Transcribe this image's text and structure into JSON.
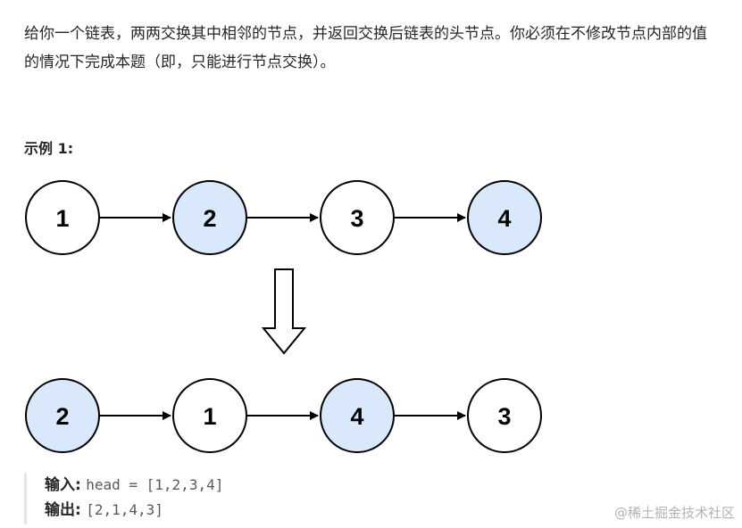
{
  "problem": {
    "description": "给你一个链表，两两交换其中相邻的节点，并返回交换后链表的头节点。你必须在不修改节点内部的值的情况下完成本题（即，只能进行节点交换）。"
  },
  "example": {
    "heading": "示例 1:",
    "before_list": [
      {
        "label": "1",
        "highlighted": false
      },
      {
        "label": "2",
        "highlighted": true
      },
      {
        "label": "3",
        "highlighted": false
      },
      {
        "label": "4",
        "highlighted": true
      }
    ],
    "after_list": [
      {
        "label": "2",
        "highlighted": true
      },
      {
        "label": "1",
        "highlighted": false
      },
      {
        "label": "4",
        "highlighted": true
      },
      {
        "label": "3",
        "highlighted": false
      }
    ],
    "input_label": "输入:",
    "input_value": "head = [1,2,3,4]",
    "output_label": "输出:",
    "output_value": "[2,1,4,3]"
  },
  "colors": {
    "node_highlight": "#dae8fc",
    "node_plain": "#ffffff",
    "stroke": "#000000"
  },
  "watermark": "@稀土掘金技术社区"
}
